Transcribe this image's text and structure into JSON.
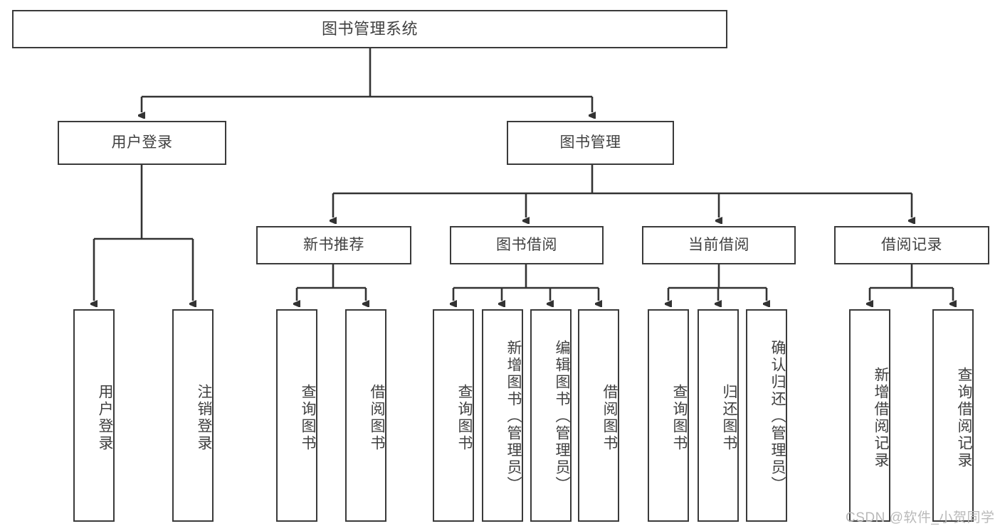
{
  "diagram": {
    "title": "图书管理系统",
    "type": "tree",
    "root": {
      "id": "root",
      "label": "图书管理系统"
    },
    "level1": [
      {
        "id": "user-login",
        "label": "用户登录"
      },
      {
        "id": "book-manage",
        "label": "图书管理"
      }
    ],
    "level2": [
      {
        "id": "new-book-rec",
        "label": "新书推荐",
        "parent": "book-manage"
      },
      {
        "id": "book-borrow",
        "label": "图书借阅",
        "parent": "book-manage"
      },
      {
        "id": "current-borrow",
        "label": "当前借阅",
        "parent": "book-manage"
      },
      {
        "id": "borrow-record",
        "label": "借阅记录",
        "parent": "book-manage"
      }
    ],
    "leaves": [
      {
        "id": "leaf-user-login",
        "label": "用户登录",
        "parent": "user-login"
      },
      {
        "id": "leaf-logout",
        "label": "注销登录",
        "parent": "user-login"
      },
      {
        "id": "leaf-query-book-1",
        "label": "查询图书",
        "parent": "new-book-rec"
      },
      {
        "id": "leaf-borrow-book-1",
        "label": "借阅图书",
        "parent": "new-book-rec"
      },
      {
        "id": "leaf-query-book-2",
        "label": "查询图书",
        "parent": "book-borrow"
      },
      {
        "id": "leaf-add-book",
        "label": "新增图书（管理员）",
        "parent": "book-borrow"
      },
      {
        "id": "leaf-edit-book",
        "label": "编辑图书（管理员）",
        "parent": "book-borrow"
      },
      {
        "id": "leaf-borrow-book-2",
        "label": "借阅图书",
        "parent": "book-borrow"
      },
      {
        "id": "leaf-query-book-3",
        "label": "查询图书",
        "parent": "current-borrow"
      },
      {
        "id": "leaf-return-book",
        "label": "归还图书",
        "parent": "current-borrow"
      },
      {
        "id": "leaf-confirm-return",
        "label": "确认归还（管理员）",
        "parent": "current-borrow"
      },
      {
        "id": "leaf-add-record",
        "label": "新增借阅记录",
        "parent": "borrow-record"
      },
      {
        "id": "leaf-query-record",
        "label": "查询借阅记录",
        "parent": "borrow-record"
      }
    ]
  },
  "watermark": {
    "text": "CSDN @软件_小贺同学"
  },
  "colors": {
    "box_border": "#3a3a3a",
    "box_fill": "#ffffff",
    "text": "#404040",
    "edge": "#333333",
    "watermark": "#b9b9b9",
    "background": "#ffffff"
  }
}
